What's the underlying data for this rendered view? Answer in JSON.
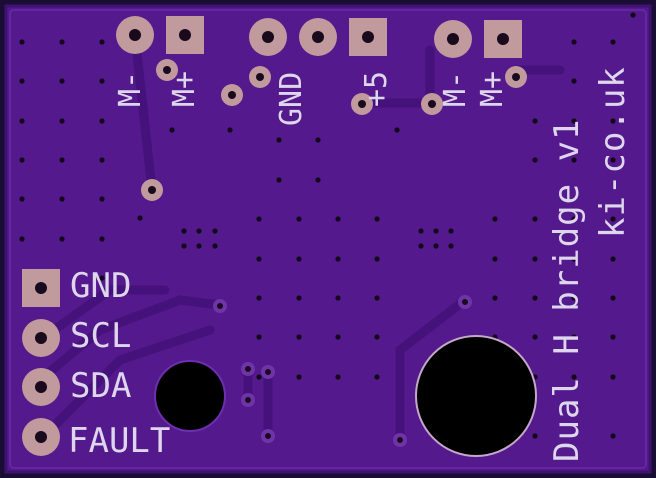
{
  "board": {
    "colors": {
      "substrate": "#54198c",
      "trace": "#45117a",
      "pad": "#c09a9c",
      "drill": "#1a0a1e",
      "silk": "#ddd6ec",
      "edge": "#1a0d33"
    },
    "top_labels": {
      "m_minus_left": "M-",
      "m_plus_left": "M+",
      "gnd": "GND",
      "plus5": "+5",
      "m_minus_right": "M-",
      "m_plus_right": "M+"
    },
    "side_labels": {
      "gnd": "GND",
      "scl": "SCL",
      "sda": "SDA",
      "fault": "FAULT"
    },
    "title_line1": "Dual H bridge v1",
    "title_line2": "ki-co.uk"
  }
}
